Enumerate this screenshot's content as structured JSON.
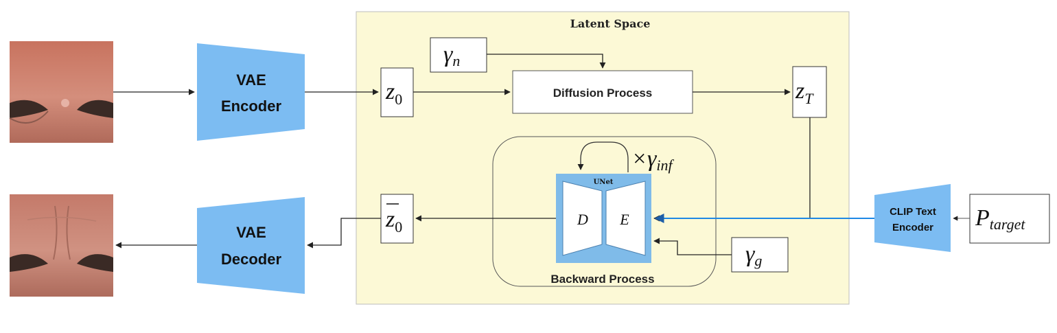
{
  "latent_space": {
    "title": "Latent Space"
  },
  "encoder": {
    "label_line1": "VAE",
    "label_line2": "Encoder"
  },
  "decoder": {
    "label_line1": "VAE",
    "label_line2": "Decoder"
  },
  "diffusion": {
    "label": "Diffusion Process"
  },
  "backward": {
    "label": "Backward Process"
  },
  "unet": {
    "title": "UNet",
    "left_block": "D",
    "right_block": "E"
  },
  "clip": {
    "label_line1": "CLIP Text",
    "label_line2": "Encoder"
  },
  "symbols": {
    "gamma_n": {
      "base": "γ",
      "sub": "n"
    },
    "gamma_g": {
      "base": "γ",
      "sub": "g"
    },
    "times_gamma_inf": {
      "base": "×γ",
      "sub": "inf"
    },
    "z0": {
      "base": "z",
      "sub": "0"
    },
    "zT": {
      "base": "z",
      "sub": "T"
    },
    "z0_bar": {
      "base": "z",
      "sub": "0"
    },
    "p_target": {
      "base": "P",
      "sub": "target"
    }
  },
  "colors": {
    "latent_bg": "#fcf9d6",
    "vae_blue": "#7cbcf2",
    "unet_blue": "#7fbbe9",
    "clip_arrow": "#1e88e5",
    "skin": "#c97f6f"
  },
  "icons": {
    "input_image": "forehead-skin-photo",
    "output_image": "forehead-wrinkles-photo"
  }
}
